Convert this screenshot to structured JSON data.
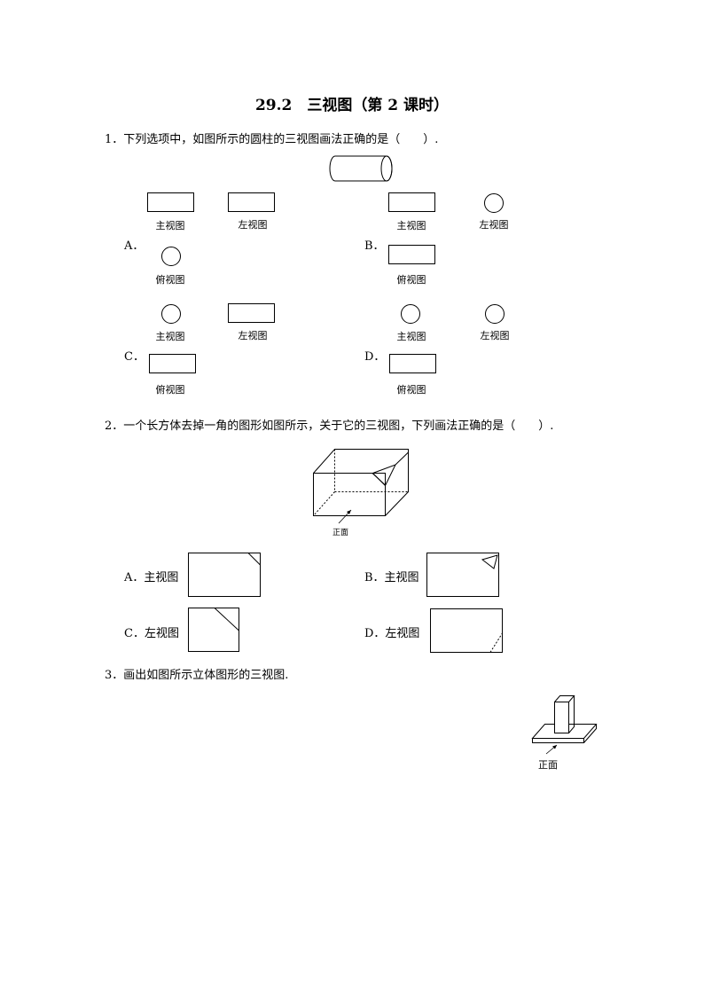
{
  "title": "29.2　三视图（第 2 课时）",
  "q1": {
    "text": "1．下列选项中，如图所示的圆柱的三视图画法正确的是（　　）.",
    "options": {
      "A": {
        "label": "A．",
        "front": "主视图",
        "left": "左视图",
        "top": "俯视图"
      },
      "B": {
        "label": "B．",
        "front": "主视图",
        "left": "左视图",
        "top": "俯视图"
      },
      "C": {
        "label": "C．",
        "front": "主视图",
        "left": "左视图",
        "top": "俯视图"
      },
      "D": {
        "label": "D．",
        "front": "主视图",
        "left": "左视图",
        "top": "俯视图"
      }
    }
  },
  "q2": {
    "text": "2．一个长方体去掉一角的图形如图所示，关于它的三视图，下列画法正确的是（　　）.",
    "front_label": "正面",
    "options": {
      "A": "A．主视图",
      "B": "B．主视图",
      "C": "C．左视图",
      "D": "D．左视图"
    }
  },
  "q3": {
    "text": "3．画出如图所示立体图形的三视图.",
    "front_label": "正面"
  }
}
